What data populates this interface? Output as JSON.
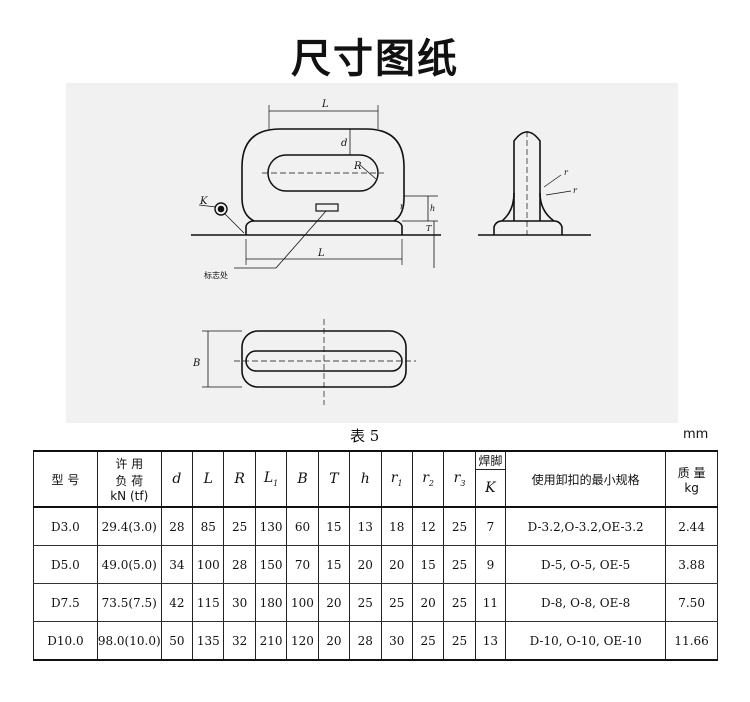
{
  "page": {
    "title": "尺寸图纸"
  },
  "drawing": {
    "labels": {
      "L": "L",
      "d": "d",
      "R": "R",
      "K": "K",
      "r1": "r",
      "r2": "r",
      "r3": "r",
      "h": "h",
      "T": "T",
      "L1": "L",
      "B": "B",
      "mark": "标志处"
    }
  },
  "table": {
    "caption": "表 5",
    "unit": "mm",
    "headers": {
      "model": "型 号",
      "load_l1": "许 用",
      "load_l2": "负 荷",
      "load_l3": "kN (tf)",
      "d": "d",
      "L": "L",
      "R": "R",
      "L1": "L",
      "B": "B",
      "T": "T",
      "h": "h",
      "r1": "r",
      "r2": "r",
      "r3": "r",
      "weld": "焊脚",
      "K": "K",
      "shackle": "使用卸扣的最小规格",
      "mass_l1": "质 量",
      "mass_l2": "kg"
    },
    "rows": [
      {
        "model": "D3.0",
        "load": "29.4(3.0)",
        "d": "28",
        "L": "85",
        "R": "25",
        "L1": "130",
        "B": "60",
        "T": "15",
        "h": "13",
        "r1": "18",
        "r2": "12",
        "r3": "25",
        "K": "7",
        "shackle": "D-3.2,O-3.2,OE-3.2",
        "mass": "2.44"
      },
      {
        "model": "D5.0",
        "load": "49.0(5.0)",
        "d": "34",
        "L": "100",
        "R": "28",
        "L1": "150",
        "B": "70",
        "T": "15",
        "h": "20",
        "r1": "20",
        "r2": "15",
        "r3": "25",
        "K": "9",
        "shackle": "D-5, O-5, OE-5",
        "mass": "3.88"
      },
      {
        "model": "D7.5",
        "load": "73.5(7.5)",
        "d": "42",
        "L": "115",
        "R": "30",
        "L1": "180",
        "B": "100",
        "T": "20",
        "h": "25",
        "r1": "25",
        "r2": "20",
        "r3": "25",
        "K": "11",
        "shackle": "D-8, O-8, OE-8",
        "mass": "7.50"
      },
      {
        "model": "D10.0",
        "load": "98.0(10.0)",
        "d": "50",
        "L": "135",
        "R": "32",
        "L1": "210",
        "B": "120",
        "T": "20",
        "h": "28",
        "r1": "30",
        "r2": "25",
        "r3": "25",
        "K": "13",
        "shackle": "D-10, O-10, OE-10",
        "mass": "11.66"
      }
    ]
  }
}
